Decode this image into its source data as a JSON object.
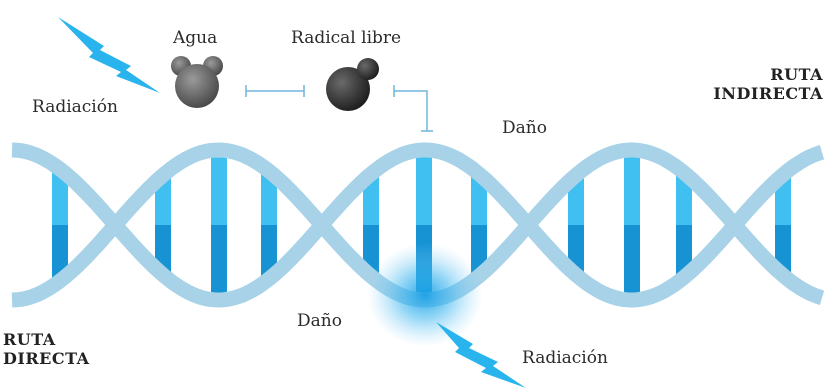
{
  "labels": {
    "agua": "Agua",
    "radical_libre": "Radical libre",
    "radiacion_top": "Radiación",
    "radiacion_bottom": "Radiación",
    "dano_top": "Daño",
    "dano_bottom": "Daño"
  },
  "routes": {
    "indirecta": [
      "RUTA",
      "INDIRECTA"
    ],
    "directa": [
      "RUTA",
      "DIRECTA"
    ]
  },
  "colors": {
    "backbone": "#a7d2e8",
    "base_light": "#40c0f0",
    "base_dark": "#1793d4",
    "bolt": "#29b4ee",
    "water_molecule": "#6e6e6e",
    "free_radical": "#2f2f2f",
    "connector": "#6fb6da",
    "damage_glow": "#1aa0e6"
  },
  "icons": [
    "lightning-bolt-icon",
    "water-molecule-icon",
    "free-radical-icon"
  ]
}
